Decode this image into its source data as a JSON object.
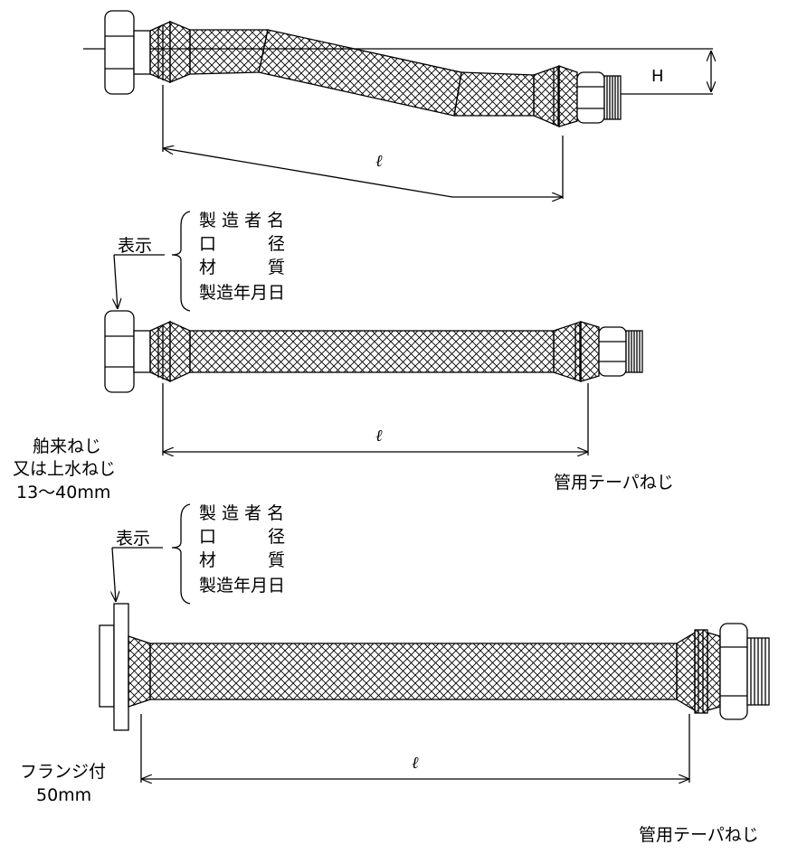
{
  "colors": {
    "line": "#000000",
    "background": "#ffffff"
  },
  "dim_length": "ℓ",
  "dim_height": "H",
  "marking_label": "表示",
  "marking_items": [
    "製 造 者 名",
    "口　　　径",
    "材　　　質",
    "製造年月日"
  ],
  "fig2_left_note": [
    "舶来ねじ",
    "又は上水ねじ",
    "13〜40mm"
  ],
  "fig2_right_note": "管用テーパねじ",
  "fig3_left_note": [
    "フランジ付",
    "50mm"
  ],
  "fig3_right_note": "管用テーパねじ"
}
